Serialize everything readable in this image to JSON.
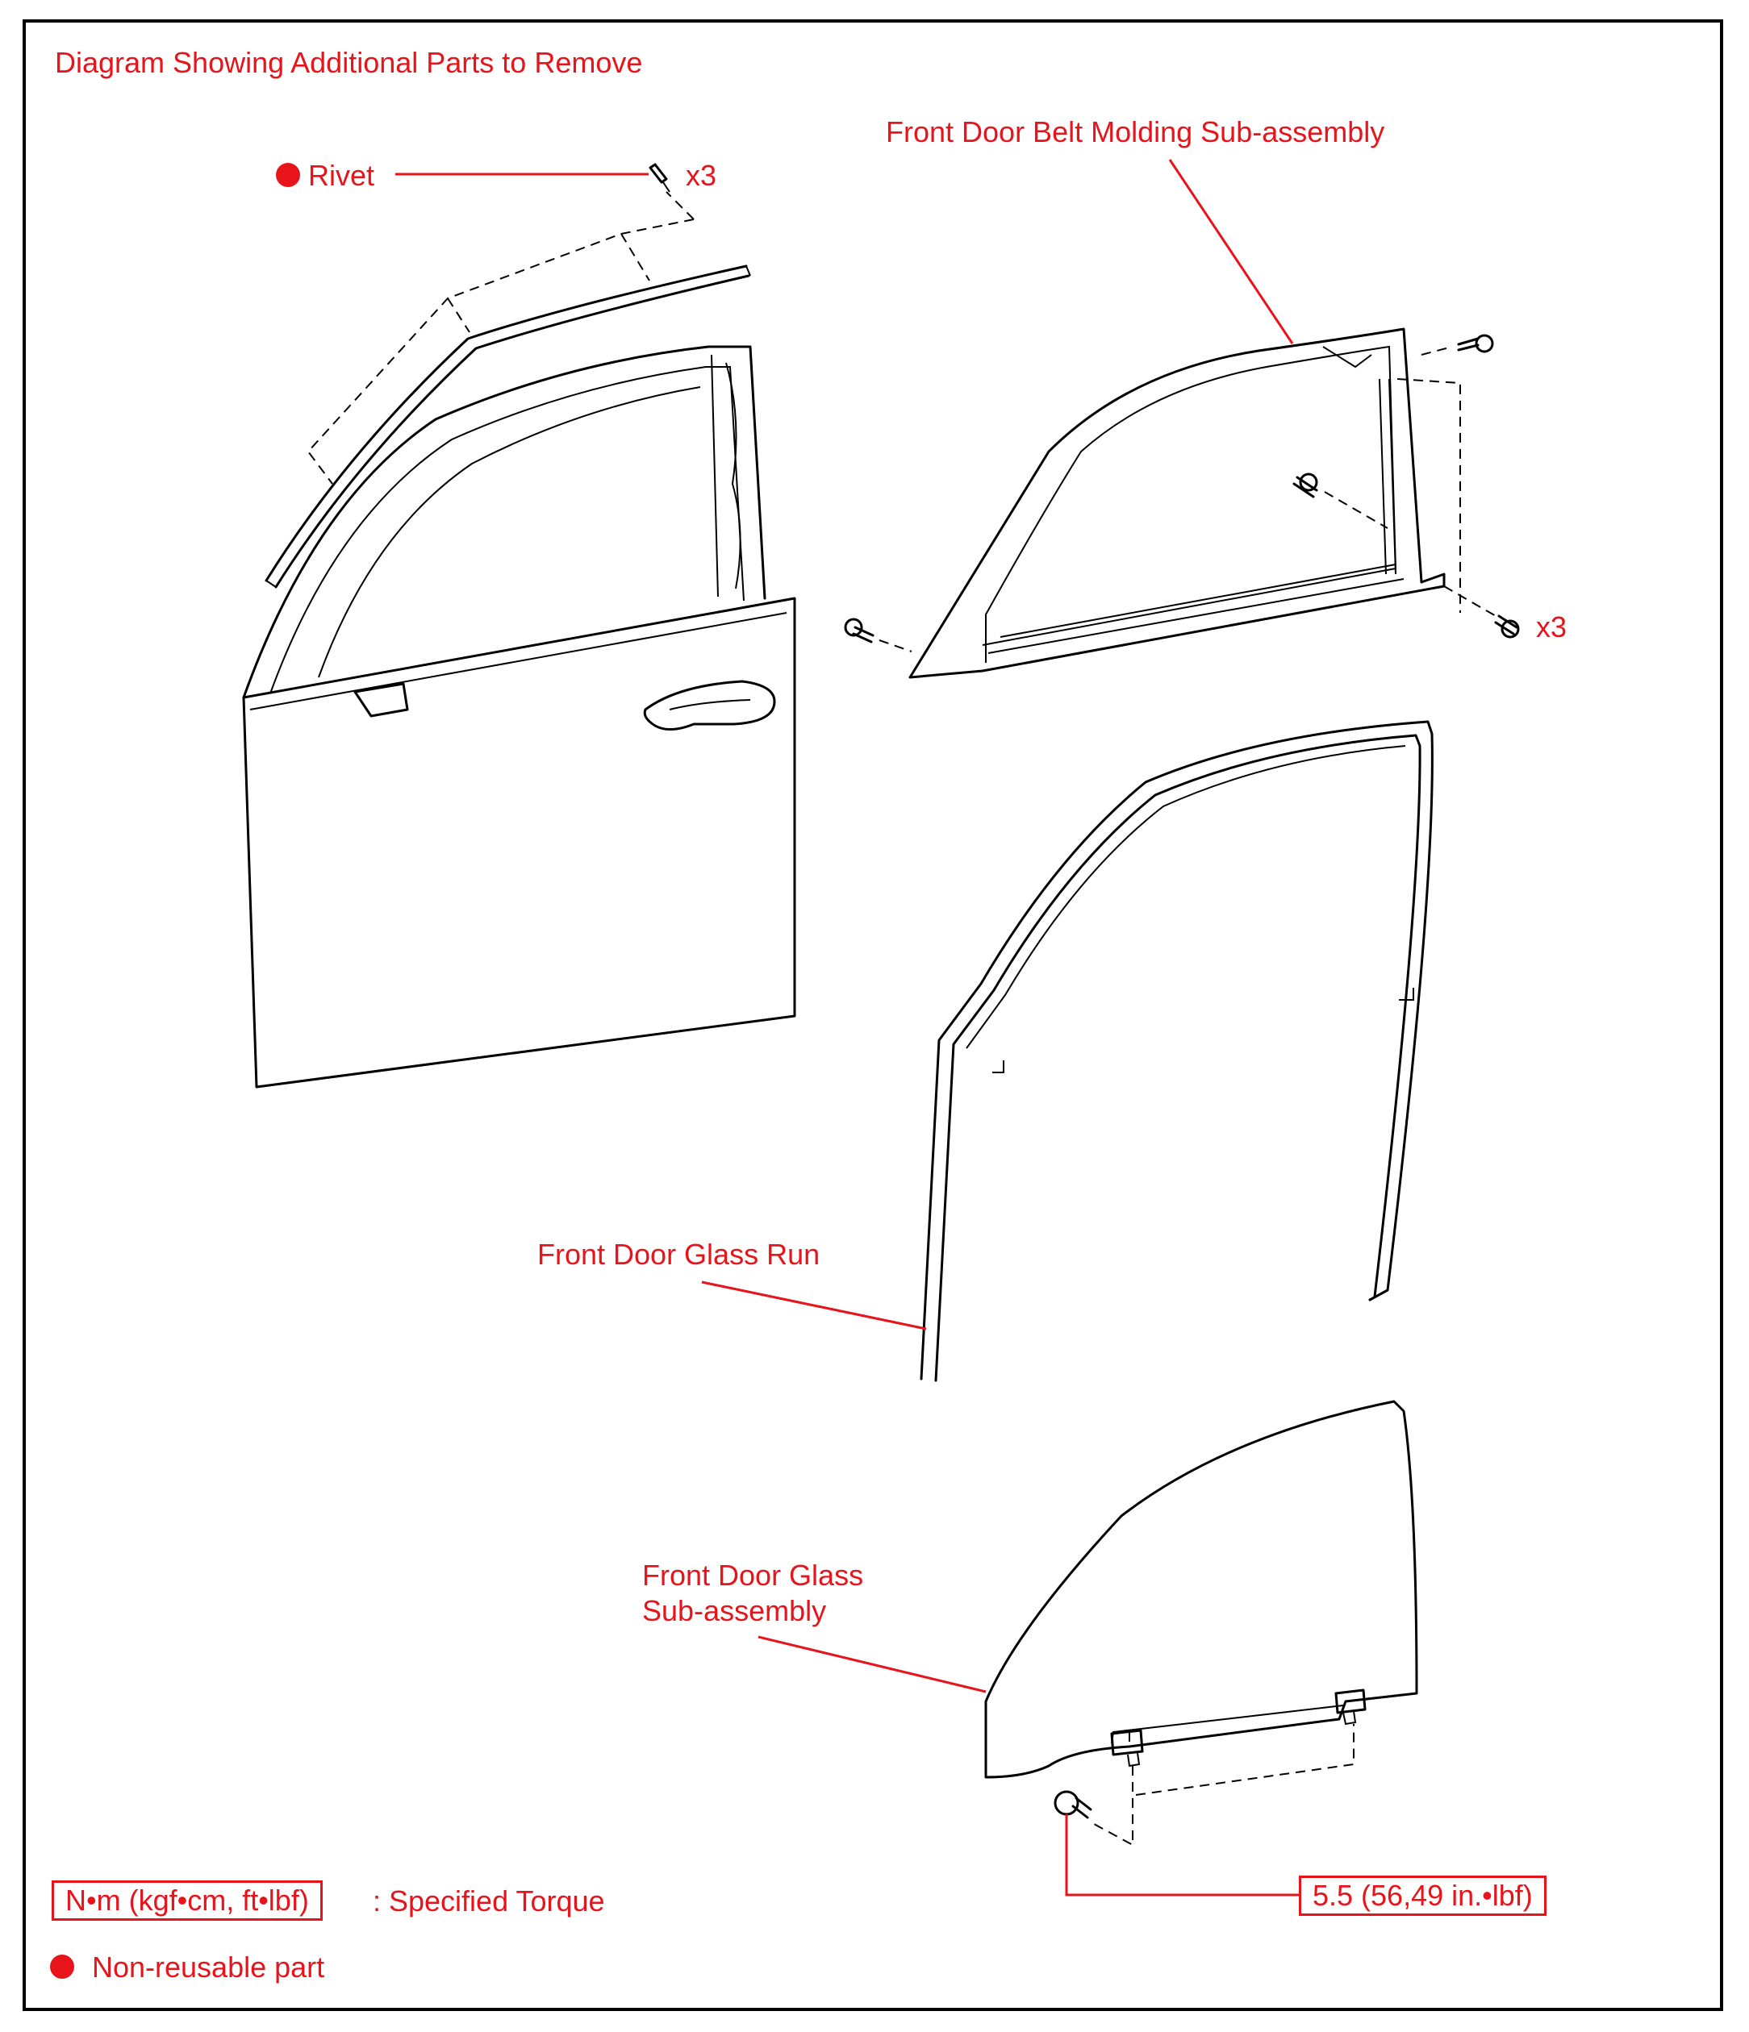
{
  "title": "Diagram Showing Additional Parts to Remove",
  "callouts": {
    "rivet": "Rivet",
    "rivet_qty": "x3",
    "belt_molding": "Front Door Belt Molding Sub-assembly",
    "belt_bolt_qty": "x3",
    "glass_run": "Front Door Glass Run",
    "glass_sub_line1": "Front Door Glass",
    "glass_sub_line2": "Sub-assembly",
    "torque_value": "5.5 (56,49 in.•lbf)"
  },
  "legend": {
    "torque_unit": "N•m (kgf•cm, ft•lbf)",
    "torque_desc": ": Specified Torque",
    "nonreusable": "Non-reusable part"
  },
  "colors": {
    "accent": "#e8141b",
    "line": "#000000"
  }
}
